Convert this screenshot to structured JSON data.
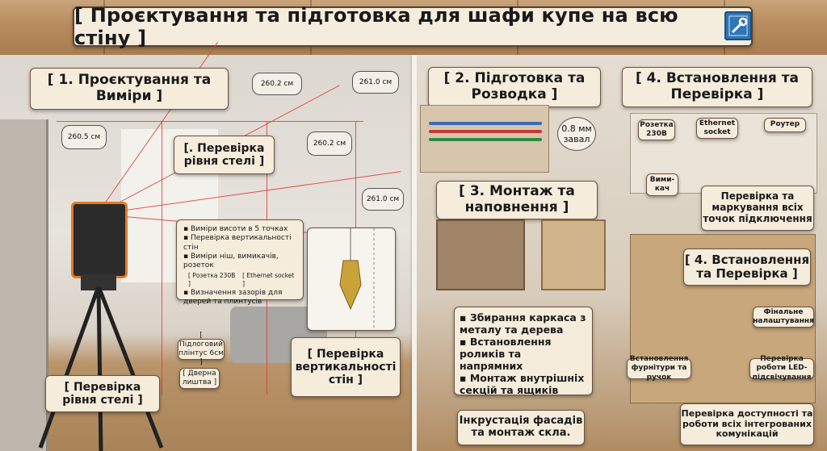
{
  "header": {
    "title": "[ Проєктування та підготовка для шафи купе на всю стіну ]",
    "icon": "blueprint-wrench-icon"
  },
  "section1": {
    "title": "[ 1. Проєктування та Виміри ]",
    "measurements": [
      "260.2 см",
      "261.0 см",
      "260.5 см",
      "260.2 см",
      "261.0 см"
    ],
    "ceiling_check": "[. Перевірка рівня стелі ]",
    "checklist": [
      "Виміри висоти в 5 точках",
      "Перевірка вертикальності стін",
      "Виміри ніш, вимикачів, розеток",
      "Визначення зазорів для дверей та плинтусів"
    ],
    "socket_label": "[ Розетка 230В ]",
    "ethernet_label": "[ Ethernet socket ]",
    "baseboard_note": "[ Підлоговий плінтус 6см ]",
    "door_trim_note": "[ Дверна лиштва ]",
    "bottom_ceiling": "[ Перевірка рівня стелі ]",
    "verticality": "[ Перевірка вертикальності стін ]"
  },
  "section2": {
    "title": "[ 2. Підготовка та Розводка ]",
    "gap_note": "0.8 мм завал"
  },
  "section3": {
    "title": "[ 3. Монтаж та наповнення ]",
    "steps": [
      "Збирання каркаса з металу та дерева",
      "Встановлення роликів та напрямних",
      "Монтаж внутрішніх секцій та ящиків"
    ],
    "inlay": "Інкрустація фасадів та монтаж скла."
  },
  "section4a": {
    "title": "[ 4. Встановлення та Перевірка ]",
    "socket": "Розетка 230В",
    "ethernet": "Ethernet socket",
    "router": "Роутер",
    "switch": "Вими-кач",
    "check": "Перевірка та маркування всіх точок підключення"
  },
  "section4b": {
    "title": "[ 4. Встановлення та Перевірка ]",
    "final": "Фінальне налаштування",
    "fittings": "Встановлення фурнітури та ручок",
    "led": "Перевірка роботи LED-підсвічування",
    "comms": "Перевірка доступності та роботи всіх інтегрованих комунікацій"
  },
  "colors": {
    "card": "#f5ecdc",
    "border": "#6b5440",
    "laser": "#e23a3a",
    "wood": "#b58a5c"
  }
}
